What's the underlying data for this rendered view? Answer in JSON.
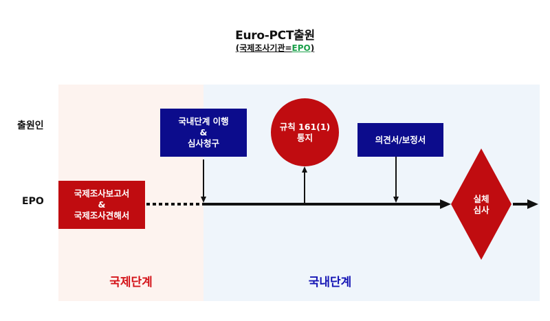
{
  "header": {
    "title": "Euro-PCT출원",
    "subtitle_prefix": "(국제조사기관=",
    "subtitle_highlight": "EPO",
    "subtitle_suffix": ")"
  },
  "rows": {
    "applicant": "출원인",
    "office": "EPO"
  },
  "nodes": {
    "search_report": {
      "line1": "국제조사보고서",
      "line2": "&",
      "line3": "국제조사견해서"
    },
    "national_entry": {
      "line1": "국내단계 이행",
      "line2": "&",
      "line3": "심사청구"
    },
    "rule_161": {
      "line1": "규칙 161(1)",
      "line2": "통지"
    },
    "response": {
      "label": "의견서/보정서"
    },
    "substantive_exam": {
      "line1": "실체",
      "line2": "심사"
    }
  },
  "stages": {
    "international": "국제단계",
    "national": "국내단계"
  },
  "colors": {
    "blue_box": "#0c0c8c",
    "red_box": "#c00c10",
    "intl_panel": "#fdf3ef",
    "national_panel": "#eff5fb",
    "intl_label": "#d4141a",
    "national_label": "#1414b4",
    "highlight_green": "#1aa04a"
  }
}
